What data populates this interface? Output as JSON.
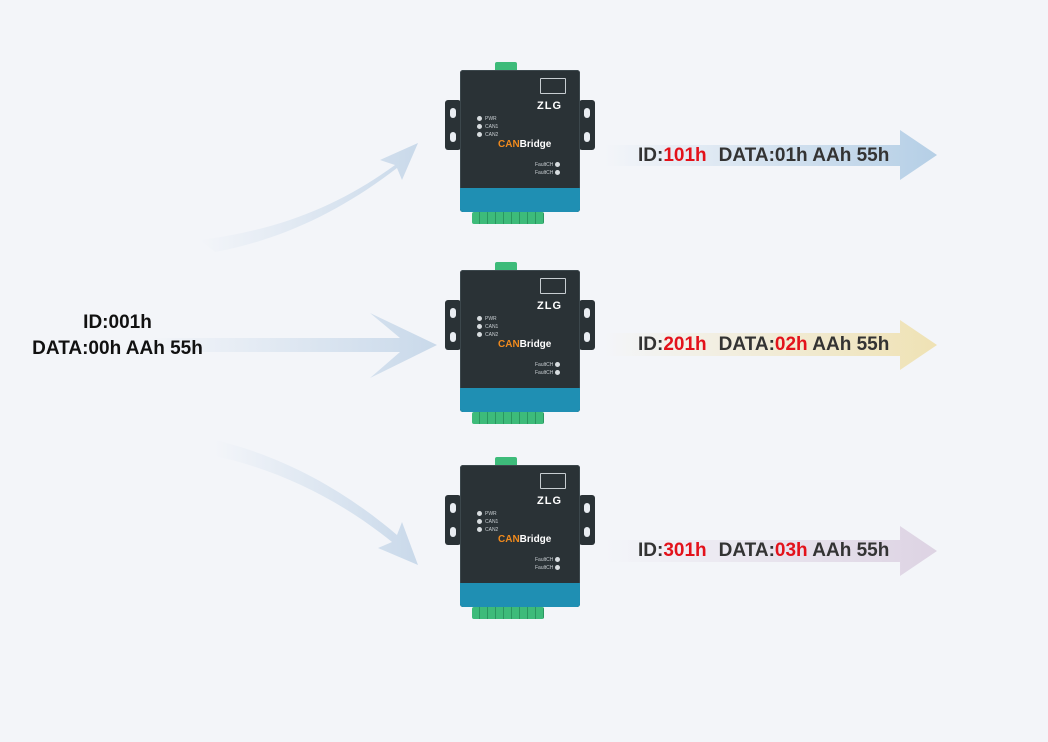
{
  "input": {
    "id_line": "ID:001h",
    "data_line": "DATA:00h AAh 55h"
  },
  "devices": [
    {
      "brand": "ZLG",
      "product_prefix": "CAN",
      "product_suffix": "Bridge",
      "leds_left": [
        "PWR",
        "CAN1",
        "CAN2"
      ],
      "leds_right": [
        "FaultCH",
        "FaultCH"
      ]
    },
    {
      "brand": "ZLG",
      "product_prefix": "CAN",
      "product_suffix": "Bridge",
      "leds_left": [
        "PWR",
        "CAN1",
        "CAN2"
      ],
      "leds_right": [
        "FaultCH",
        "FaultCH"
      ]
    },
    {
      "brand": "ZLG",
      "product_prefix": "CAN",
      "product_suffix": "Bridge",
      "leds_left": [
        "PWR",
        "CAN1",
        "CAN2"
      ],
      "leds_right": [
        "FaultCH",
        "FaultCH"
      ]
    }
  ],
  "outputs": [
    {
      "id_prefix": "ID:",
      "id_value": "101h",
      "data_prefix": "DATA:",
      "data_first": "01h",
      "data_rest": "AAh 55h",
      "id_color": "#e3121b",
      "data_first_color": "#333333",
      "arrow_color": "#b5cfe6"
    },
    {
      "id_prefix": "ID:",
      "id_value": "201h",
      "data_prefix": "DATA:",
      "data_first": "02h",
      "data_rest": "AAh 55h",
      "id_color": "#e3121b",
      "data_first_color": "#e3121b",
      "arrow_color": "#efe2b4"
    },
    {
      "id_prefix": "ID:",
      "id_value": "301h",
      "data_prefix": "DATA:",
      "data_first": "03h",
      "data_rest": "AAh 55h",
      "id_color": "#e3121b",
      "data_first_color": "#e3121b",
      "arrow_color": "#ddd3e3"
    }
  ],
  "colors": {
    "background": "#f3f5f9",
    "input_arrow": "#c9d9ea",
    "highlight": "#e3121b"
  }
}
